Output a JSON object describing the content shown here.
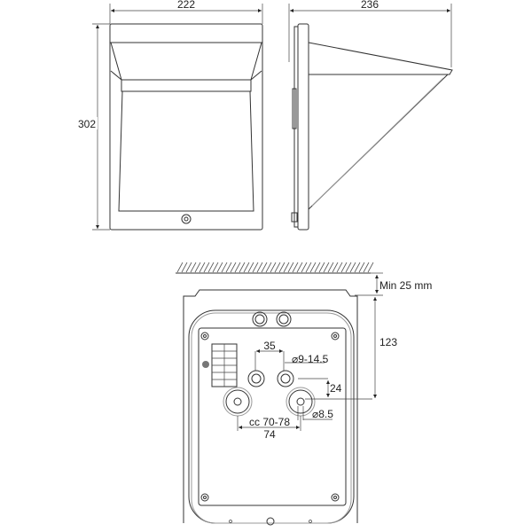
{
  "front_view": {
    "width_label": "222",
    "height_label": "302"
  },
  "side_view": {
    "depth_label": "236"
  },
  "mounting_view": {
    "ceiling_clearance_label": "Min 25 mm",
    "height_to_center_label": "123",
    "gland_spacing_label": "35",
    "gland_diameter_label": "⌀9-14.5",
    "vertical_offset_label": "24",
    "hole_diameter_label": "⌀8.5",
    "center_distance_label": "cc 70-78",
    "center_distance_nominal_label": "74"
  },
  "colors": {
    "line": "#333333",
    "background": "#ffffff"
  }
}
